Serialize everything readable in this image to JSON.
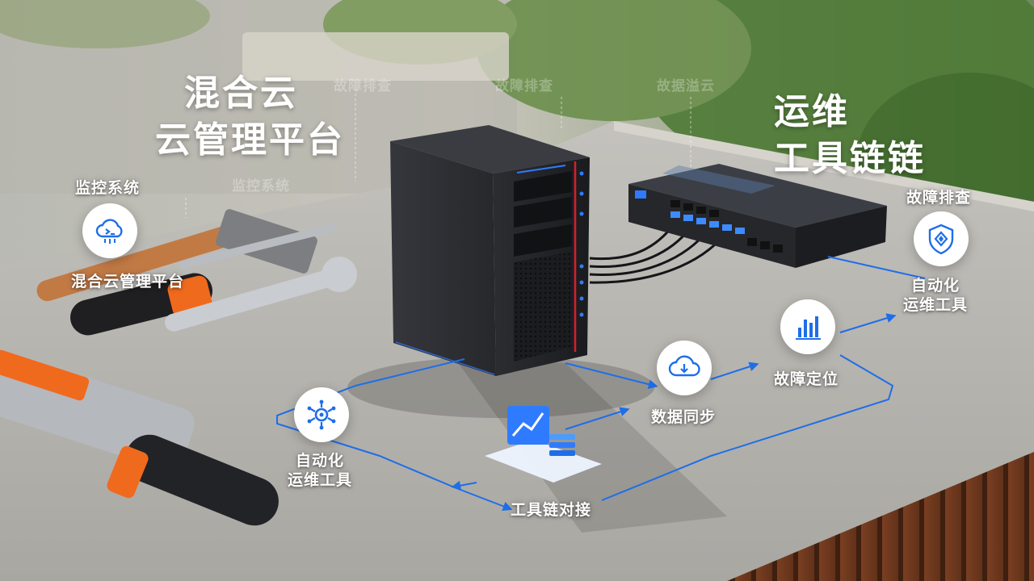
{
  "headline_left": {
    "line1": "混合云",
    "line2": "云管理平台"
  },
  "headline_right": {
    "line1": "运维",
    "line2": "工具链链"
  },
  "watermark_texts": [
    "故障排查",
    "故障排查",
    "故据溢云",
    "监控系统"
  ],
  "labels": {
    "monitor_system": "监控系统",
    "hybrid_cloud_platform": "混合云管理平台",
    "fault_troubleshoot": "故障排查",
    "automation_ops_right_1": "自动化",
    "automation_ops_right_2": "运维工具",
    "fault_locate": "故障定位",
    "data_sync": "数据同步",
    "automation_ops_left_1": "自动化",
    "automation_ops_left_2": "运维工具",
    "toolchain_docking": "工具链对接"
  },
  "icons": {
    "monitor": "cloud-monitor-icon",
    "shield": "shield-diamond-icon",
    "bars": "bar-chart-icon",
    "cloud_download": "cloud-download-icon",
    "gear": "gear-network-icon",
    "dashboard": "dashboard-screen-icon"
  },
  "colors": {
    "accent": "#1e6ee8",
    "accent_light": "#4a9cff",
    "text": "#ffffff",
    "orange": "#f06a1d"
  }
}
